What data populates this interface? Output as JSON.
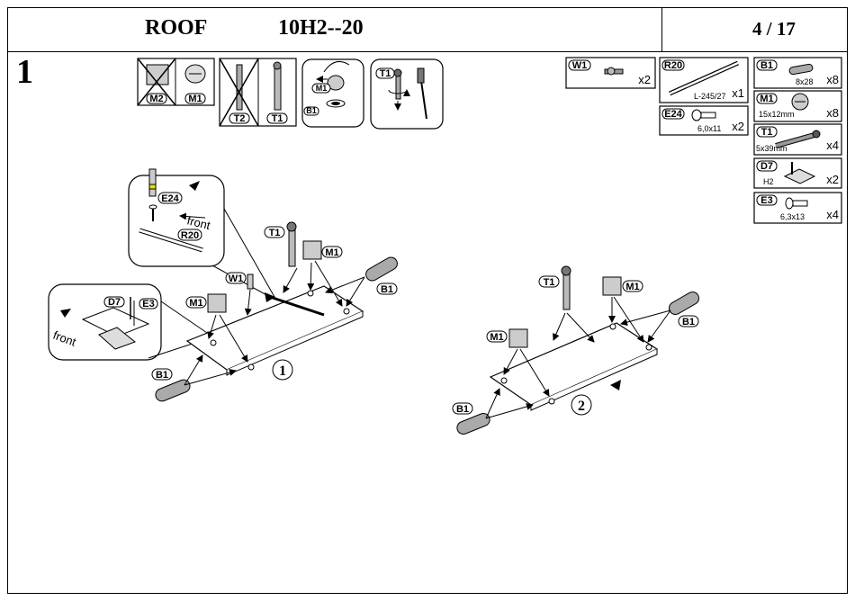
{
  "header": {
    "name": "ROOF",
    "code": "10H2--20",
    "page": "4 / 17"
  },
  "step": "1",
  "hints": {
    "forbidden_left": "M2",
    "allowed_left": "M1",
    "forbidden_right": "T2",
    "allowed_right": "T1",
    "press_m1": "M1",
    "press_b1": "B1",
    "screw_t1": "T1"
  },
  "parts_left": [
    {
      "code": "W1",
      "dim": "",
      "qty": "x2"
    },
    {
      "code": "R20",
      "dim": "L-245/27",
      "qty": "x1"
    },
    {
      "code": "E24",
      "dim": "6,0x11",
      "qty": "x2"
    }
  ],
  "parts_right": [
    {
      "code": "B1",
      "dim": "8x28",
      "qty": "x8"
    },
    {
      "code": "M1",
      "dim": "15x12mm",
      "qty": "x8"
    },
    {
      "code": "T1",
      "dim": "5x39mm",
      "qty": "x4"
    },
    {
      "code": "D7",
      "dim": "H2",
      "qty": "x2"
    },
    {
      "code": "E3",
      "dim": "6,3x13",
      "qty": "x4"
    }
  ],
  "detail_top": {
    "screw": "E24",
    "rail": "R20",
    "word": "front"
  },
  "detail_left": {
    "bracket": "D7",
    "screw": "E3",
    "word": "front"
  },
  "assembly1": {
    "number": "1",
    "labels": {
      "t1": "T1",
      "m1_top": "M1",
      "w1": "W1",
      "m1_left": "M1",
      "b1_right": "B1",
      "b1_left": "B1"
    }
  },
  "assembly2": {
    "number": "2",
    "labels": {
      "t1": "T1",
      "m1_top": "M1",
      "m1_left": "M1",
      "b1_right": "B1",
      "b1_left": "B1"
    }
  }
}
